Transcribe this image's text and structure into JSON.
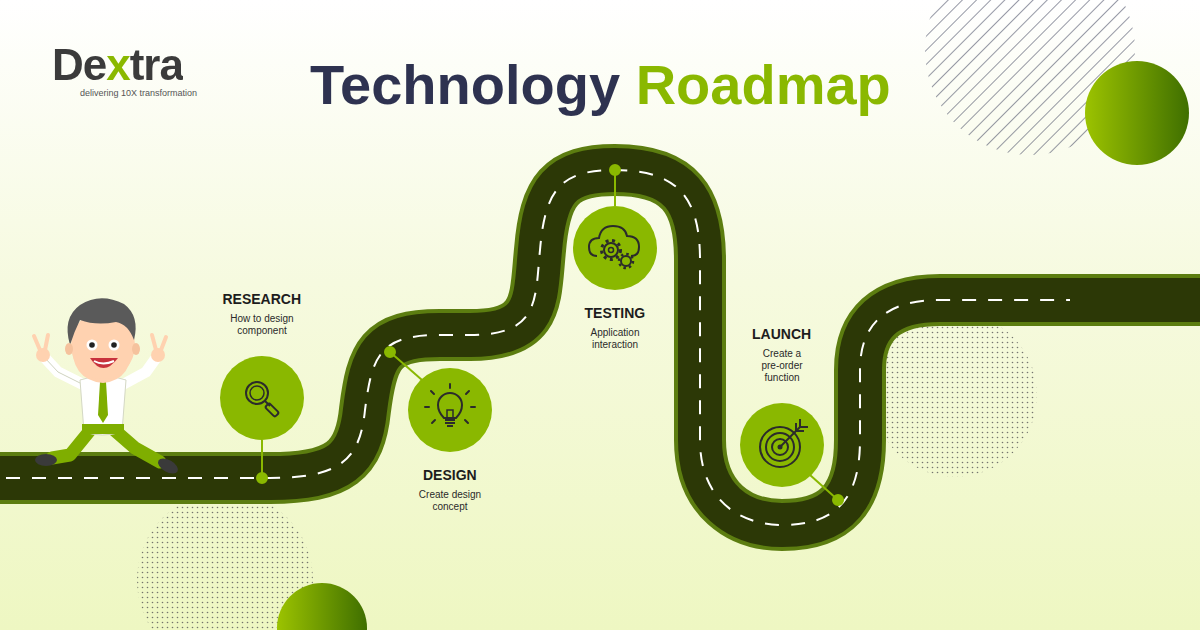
{
  "diagram": {
    "title": "Technology Roadmap",
    "nodes": [
      {
        "text": [
          "RESEARCH",
          "How to design component"
        ]
      },
      {
        "text": [
          "DESIGN",
          "Create design concept"
        ]
      },
      {
        "text": [
          "TESTING",
          "Application interaction"
        ]
      },
      {
        "text": [
          "LAUNCH",
          "Create a pre-order function"
        ]
      }
    ],
    "labels": [
      "Dextra",
      "delivering 10X transformation"
    ]
  }
}
